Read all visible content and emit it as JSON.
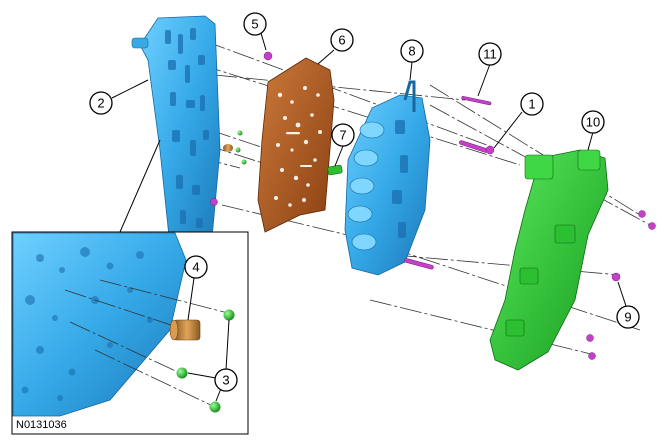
{
  "figure": {
    "id": "N0131036",
    "colors": {
      "separator_plate": "#b0581f",
      "main_body": "#35a9e8",
      "solenoid_body": "#3bb1ea",
      "harness_bracket": "#2bc832",
      "bolts": "#c540c8",
      "check_balls": "#2dcf2d",
      "filter": "#c28740",
      "outline": "#000000"
    }
  },
  "callouts": [
    {
      "number": "1"
    },
    {
      "number": "2"
    },
    {
      "number": "3"
    },
    {
      "number": "4"
    },
    {
      "number": "5"
    },
    {
      "number": "6"
    },
    {
      "number": "7"
    },
    {
      "number": "8"
    },
    {
      "number": "9"
    },
    {
      "number": "10"
    },
    {
      "number": "11"
    }
  ]
}
